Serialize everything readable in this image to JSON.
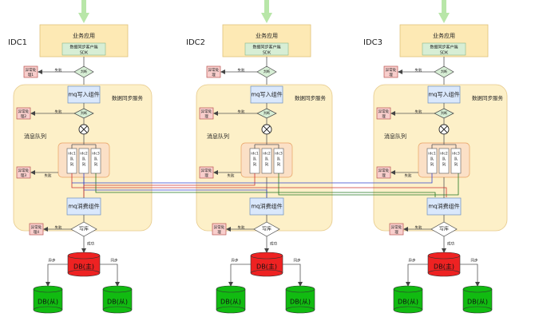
{
  "idcs": [
    {
      "id": "idc1",
      "name": "IDC1",
      "app_title": "业务应用",
      "sdk_line1": "数据同步客户端",
      "sdk_line2": "SDK",
      "mq_write": "mq写入组件",
      "service_label": "数据同步服务",
      "queue_label": "消息队列",
      "mq_consume": "mq消费组件",
      "write_db": "写库",
      "queues": [
        {
          "l1": "idc1",
          "l2": "队",
          "l3": "列"
        },
        {
          "l1": "idc2",
          "l2": "队",
          "l3": "列"
        },
        {
          "l1": "idc3",
          "l2": "队",
          "l3": "列"
        }
      ],
      "err1": {
        "l1": "异常处",
        "l2": "理1"
      },
      "err2": {
        "l1": "异常处",
        "l2": "理2"
      },
      "err3": {
        "l1": "异常处",
        "l2": "理3"
      },
      "err4": {
        "l1": "异常处",
        "l2": "理4"
      },
      "fail": "失败",
      "judge": "判断",
      "success": "成功",
      "async": "异步",
      "sync": "同步",
      "db_master": "DB(主)",
      "db_slave_left": "DB(从)",
      "db_slave_right": "DB(从)"
    },
    {
      "id": "idc2",
      "name": "IDC2",
      "app_title": "业务应用",
      "sdk_line1": "数据同步客户端",
      "sdk_line2": "SDK",
      "mq_write": "mq写入组件",
      "service_label": "数据同步服务",
      "queue_label": "消息队列",
      "mq_consume": "mq消费组件",
      "write_db": "写库",
      "queues": [
        {
          "l1": "idc1",
          "l2": "队",
          "l3": "列"
        },
        {
          "l1": "idc2",
          "l2": "队",
          "l3": "列"
        },
        {
          "l1": "idc3",
          "l2": "队",
          "l3": "列"
        }
      ],
      "err1": {
        "l1": "异常处",
        "l2": "理"
      },
      "err2": {
        "l1": "异常处",
        "l2": "理"
      },
      "err3": {
        "l1": "异常处",
        "l2": "理"
      },
      "err4": {
        "l1": "异常处",
        "l2": "理"
      },
      "fail": "失败",
      "judge": "判断",
      "success": "成功",
      "async": "异步",
      "sync": "同步",
      "db_master": "DB(主)",
      "db_slave_left": "DB(从)",
      "db_slave_right": "DB(从)"
    },
    {
      "id": "idc3",
      "name": "IDC3",
      "app_title": "业务应用",
      "sdk_line1": "数据同步客户端",
      "sdk_line2": "SDK",
      "mq_write": "mq写入组件",
      "service_label": "数据同步服务",
      "queue_label": "消息队列",
      "mq_consume": "mq消费组件",
      "write_db": "写库",
      "queues": [
        {
          "l1": "idc1",
          "l2": "队",
          "l3": "列"
        },
        {
          "l1": "idc2",
          "l2": "队",
          "l3": "列"
        },
        {
          "l1": "idc3",
          "l2": "队",
          "l3": "列"
        }
      ],
      "err1": {
        "l1": "异常处",
        "l2": "理"
      },
      "err2": {
        "l1": "异常处",
        "l2": "理"
      },
      "err3": {
        "l1": "异常处",
        "l2": "理"
      },
      "err4": {
        "l1": "异常处",
        "l2": "理"
      },
      "fail": "失败",
      "judge": "判断",
      "success": "成功",
      "async": "异步",
      "sync": "同步",
      "db_master": "DB(主)",
      "db_slave_left": "DB(从)",
      "db_slave_right": "DB(从)"
    }
  ],
  "colors": {
    "service_bg": "#fdf0c8",
    "service_border": "#e6c98a",
    "app_bg": "#fde9b4",
    "sdk_bg": "#d7eed5",
    "component_bg": "#dae8fc",
    "component_border": "#6c8ebf",
    "error_bg": "#f8cecc",
    "error_border": "#b85450",
    "queue_group_bg": "#fbe0c6",
    "db_master": "#ee2222",
    "db_slave": "#11bb11",
    "entry_arrow": "#b8e6a8",
    "link_red": "#cc3333",
    "link_blue": "#3344cc",
    "link_green": "#227722"
  }
}
